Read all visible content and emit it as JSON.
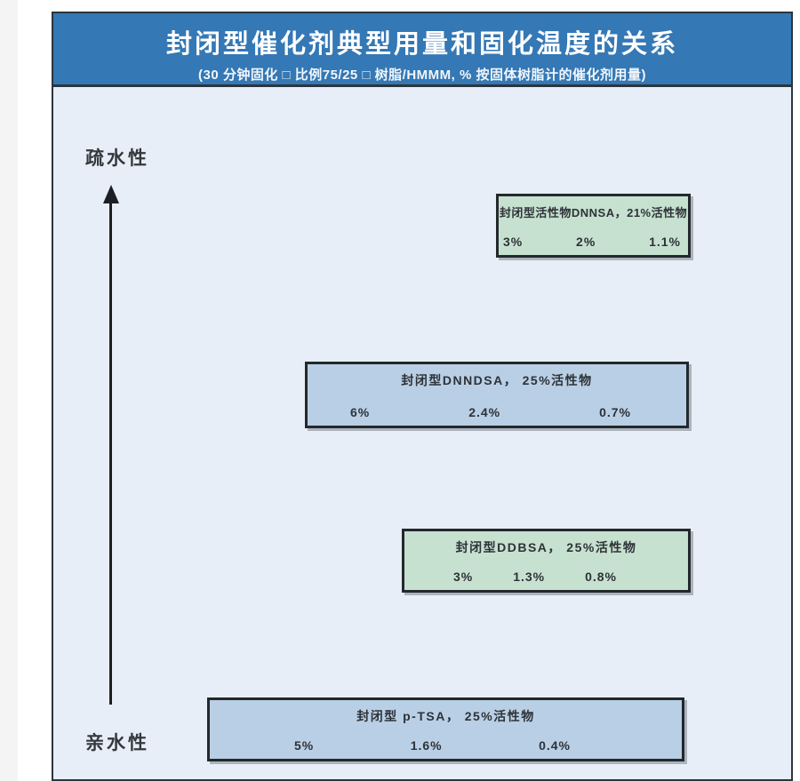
{
  "header": {
    "title": "封闭型催化剂典型用量和固化温度的关系",
    "subtitle": "(30 分钟固化 □ 比例75/25 □ 树脂/HMMM, % 按固体树脂计的催化剂用量)"
  },
  "axis": {
    "top_label": "疏水性",
    "bottom_label": "亲水性"
  },
  "boxes": [
    {
      "title": "封闭型活性物DNNSA，21%活性物",
      "values": [
        "3%",
        "2%",
        "1.1%"
      ],
      "color": "#c7e1d0"
    },
    {
      "title": "封闭型DNNDSA， 25%活性物",
      "values": [
        "6%",
        "2.4%",
        "0.7%"
      ],
      "color": "#b9cfe5"
    },
    {
      "title": "封闭型DDBSA， 25%活性物",
      "values": [
        "3%",
        "1.3%",
        "0.8%"
      ],
      "color": "#c7e1d0"
    },
    {
      "title": "封闭型 p-TSA， 25%活性物",
      "values": [
        "5%",
        "1.6%",
        "0.4%"
      ],
      "color": "#b9cfe5"
    }
  ],
  "colors": {
    "header_bg": "#3478b5",
    "panel_bg": "#e8eef7",
    "green_box": "#c7e1d0",
    "blue_box": "#b9cfe5",
    "box_border": "#23282d",
    "text_dark": "#2d3237",
    "title_text": "#ffffff"
  }
}
